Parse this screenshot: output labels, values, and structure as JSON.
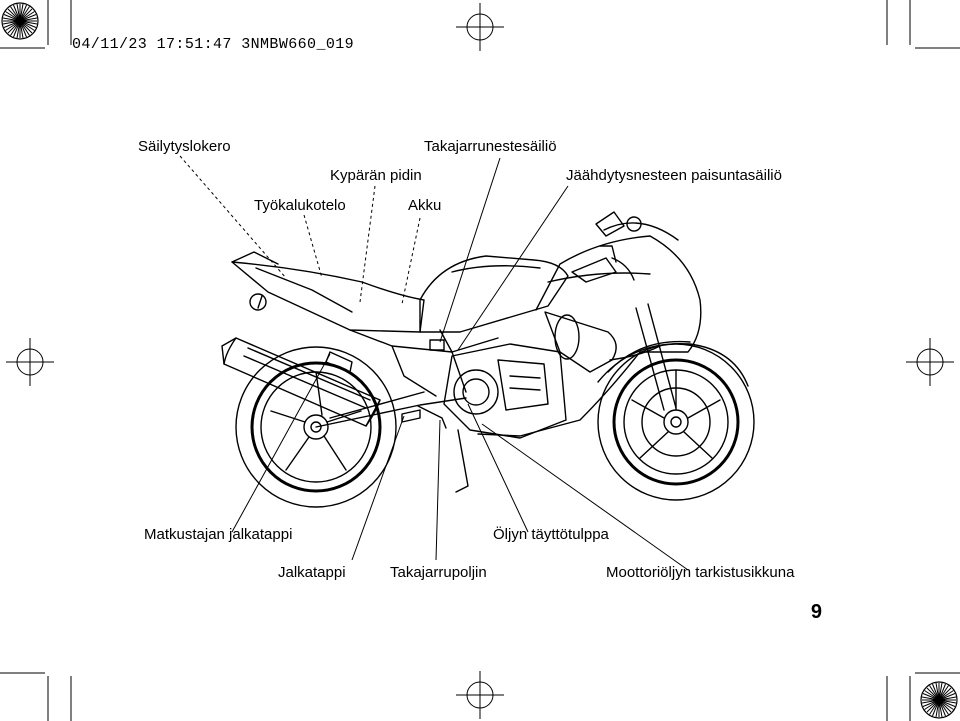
{
  "header": {
    "text": "04/11/23 17:51:47 3NMBW660_019"
  },
  "labels": {
    "storage": "Säilytyslokero",
    "helmet_holder": "Kypärän pidin",
    "tool_compartment": "Työkalukotelo",
    "rear_brake_reservoir": "Takajarrunestesäiliö",
    "battery": "Akku",
    "coolant_reserve": "Jäähdytysnesteen paisuntasäiliö",
    "passenger_footpeg": "Matkustajan jalkatappi",
    "footpeg": "Jalkatappi",
    "rear_brake_pedal": "Takajarrupoljin",
    "oil_filler_cap": "Öljyn täyttötulppa",
    "oil_inspection_window": "Moottoriöljyn tarkistusikkuna"
  },
  "page_number": "9",
  "illustration": {
    "subject": "motorcycle-line-drawing"
  }
}
